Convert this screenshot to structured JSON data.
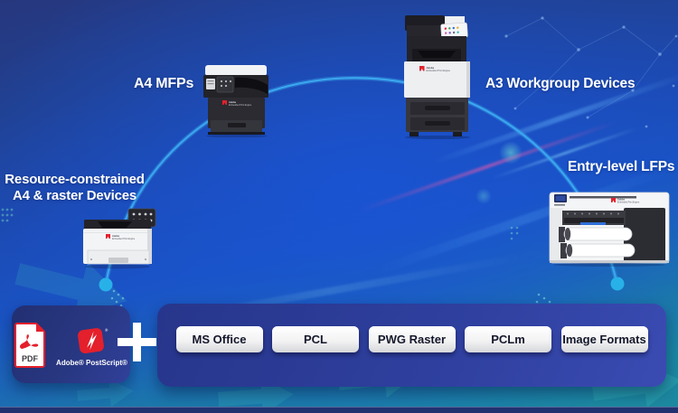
{
  "diagram": {
    "devices": [
      {
        "id": "resource-constrained",
        "label_line1": "Resource-constrained",
        "label_line2": "A4 & raster Devices"
      },
      {
        "id": "a4-mfps",
        "label": "A4 MFPs"
      },
      {
        "id": "a3-workgroup",
        "label": "A3 Workgroup Devices"
      },
      {
        "id": "entry-level-lfps",
        "label": "Entry-level LFPs"
      }
    ],
    "device_badge": {
      "brand": "Adobe",
      "product": "Embedded Print Engine"
    }
  },
  "formats_bar": {
    "pdf_label": "PDF",
    "postscript_label": "Adobe® PostScript®",
    "plus_icon": "+",
    "pills": [
      "MS Office",
      "PCL",
      "PWG Raster",
      "PCLm",
      "Image Formats"
    ]
  },
  "colors": {
    "accent_red": "#e4202c",
    "arc_blue": "#3aa7ee",
    "dot_cyan": "#28b1e8",
    "teal_band": "#1b86a2",
    "navy": "#222f72"
  }
}
